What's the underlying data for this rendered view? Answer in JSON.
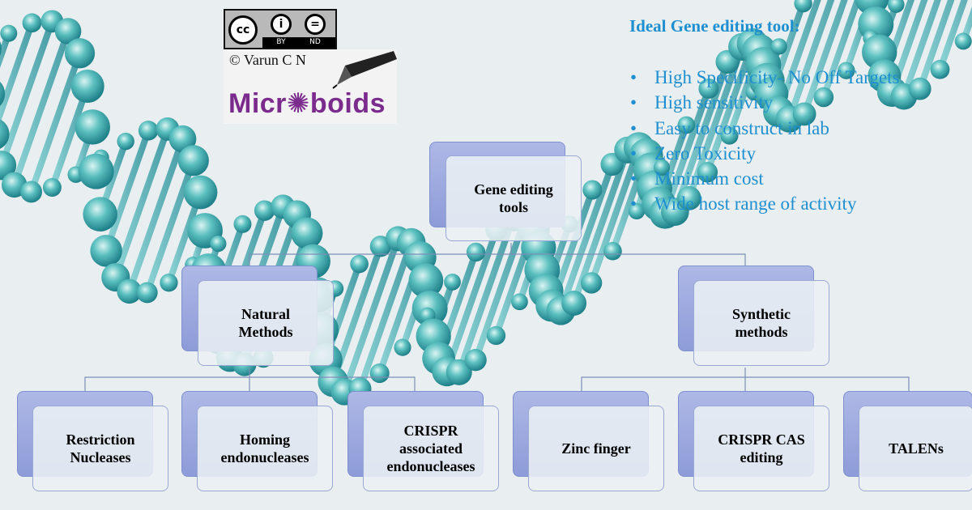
{
  "license_badge": {
    "icons": [
      "cc-icon",
      "by-icon",
      "nd-icon"
    ],
    "labels": [
      "BY",
      "ND"
    ]
  },
  "credit": "© Varun C N",
  "brand": "Micr✺boids",
  "ideal_tool": {
    "title": "Ideal Gene editing tool:",
    "items": [
      "High Specificity- No Off Targets",
      "High sensitivity",
      "Easy to construct in lab",
      "Zero Toxicity",
      "Minimum cost",
      "Wide host range of activity"
    ]
  },
  "diagram": {
    "root": "Gene editing\ntools",
    "natural": "Natural\nMethods",
    "synthetic": "Synthetic\nmethods",
    "natural_children": [
      "Restriction\nNucleases",
      "Homing\nendonucleases",
      "CRISPR\nassociated\nendonucleases"
    ],
    "synthetic_children": [
      "Zinc finger",
      "CRISPR CAS\nediting",
      "TALENs"
    ]
  },
  "colors": {
    "accent_text": "#1e8fd0",
    "node_back": "#97a5dc",
    "helix": "#2fa3a8",
    "brand": "#7a2b8c"
  }
}
